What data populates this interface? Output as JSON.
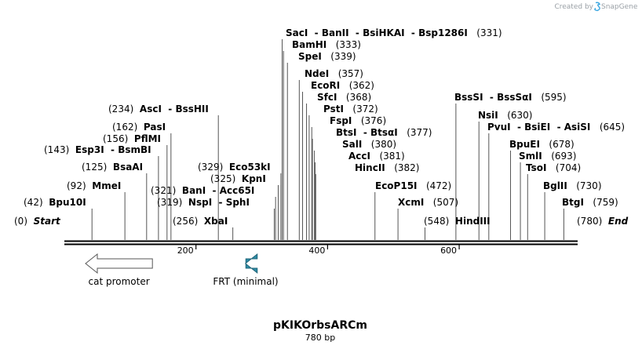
{
  "credit": {
    "prefix": "Created by",
    "product": "SnapGene"
  },
  "plasmid": {
    "name": "pKIKOrbsARCm",
    "length_label": "780 bp",
    "length": 780
  },
  "ruler": {
    "ticks": [
      {
        "value": 200,
        "label": "200"
      },
      {
        "value": 400,
        "label": "400"
      },
      {
        "value": 600,
        "label": "600"
      }
    ]
  },
  "sites": [
    {
      "pos": 0,
      "pos_label": "(0)",
      "names": [
        "Start"
      ],
      "terminal": true
    },
    {
      "pos": 42,
      "pos_label": "(42)",
      "names": [
        "Bpu10I"
      ]
    },
    {
      "pos": 92,
      "pos_label": "(92)",
      "names": [
        "MmeI"
      ]
    },
    {
      "pos": 125,
      "pos_label": "(125)",
      "names": [
        "BsaAI"
      ]
    },
    {
      "pos": 143,
      "pos_label": "(143)",
      "names": [
        "Esp3I",
        "BsmBI"
      ]
    },
    {
      "pos": 156,
      "pos_label": "(156)",
      "names": [
        "PflMI"
      ]
    },
    {
      "pos": 162,
      "pos_label": "(162)",
      "names": [
        "PasI"
      ]
    },
    {
      "pos": 234,
      "pos_label": "(234)",
      "names": [
        "AscI",
        "BssHII"
      ]
    },
    {
      "pos": 256,
      "pos_label": "(256)",
      "names": [
        "XbaI"
      ]
    },
    {
      "pos": 319,
      "pos_label": "(319)",
      "names": [
        "NspI",
        "SphI"
      ]
    },
    {
      "pos": 321,
      "pos_label": "(321)",
      "names": [
        "BanI",
        "Acc65I"
      ]
    },
    {
      "pos": 325,
      "pos_label": "(325)",
      "names": [
        "KpnI"
      ]
    },
    {
      "pos": 329,
      "pos_label": "(329)",
      "names": [
        "Eco53kI"
      ]
    },
    {
      "pos": 331,
      "pos_label": "(331)",
      "names": [
        "SacI",
        "BanII",
        "BsiHKAI",
        "Bsp1286I"
      ]
    },
    {
      "pos": 333,
      "pos_label": "(333)",
      "names": [
        "BamHI"
      ]
    },
    {
      "pos": 339,
      "pos_label": "(339)",
      "names": [
        "SpeI"
      ]
    },
    {
      "pos": 357,
      "pos_label": "(357)",
      "names": [
        "NdeI"
      ]
    },
    {
      "pos": 362,
      "pos_label": "(362)",
      "names": [
        "EcoRI"
      ]
    },
    {
      "pos": 368,
      "pos_label": "(368)",
      "names": [
        "SfcI"
      ]
    },
    {
      "pos": 372,
      "pos_label": "(372)",
      "names": [
        "PstI"
      ]
    },
    {
      "pos": 376,
      "pos_label": "(376)",
      "names": [
        "FspI"
      ]
    },
    {
      "pos": 377,
      "pos_label": "(377)",
      "names": [
        "BtsI",
        "BtsαI"
      ]
    },
    {
      "pos": 380,
      "pos_label": "(380)",
      "names": [
        "SalI"
      ]
    },
    {
      "pos": 381,
      "pos_label": "(381)",
      "names": [
        "AccI"
      ]
    },
    {
      "pos": 382,
      "pos_label": "(382)",
      "names": [
        "HincII"
      ]
    },
    {
      "pos": 472,
      "pos_label": "(472)",
      "names": [
        "EcoP15I"
      ]
    },
    {
      "pos": 507,
      "pos_label": "(507)",
      "names": [
        "XcmI"
      ]
    },
    {
      "pos": 548,
      "pos_label": "(548)",
      "names": [
        "HindIII"
      ]
    },
    {
      "pos": 595,
      "pos_label": "(595)",
      "names": [
        "BssSI",
        "BssSαI"
      ]
    },
    {
      "pos": 630,
      "pos_label": "(630)",
      "names": [
        "NsiI"
      ]
    },
    {
      "pos": 645,
      "pos_label": "(645)",
      "names": [
        "PvuI",
        "BsiEI",
        "AsiSI"
      ]
    },
    {
      "pos": 678,
      "pos_label": "(678)",
      "names": [
        "BpuEI"
      ]
    },
    {
      "pos": 693,
      "pos_label": "(693)",
      "names": [
        "SmlI"
      ]
    },
    {
      "pos": 704,
      "pos_label": "(704)",
      "names": [
        "TsoI"
      ]
    },
    {
      "pos": 730,
      "pos_label": "(730)",
      "names": [
        "BglII"
      ]
    },
    {
      "pos": 759,
      "pos_label": "(759)",
      "names": [
        "BtgI"
      ]
    },
    {
      "pos": 780,
      "pos_label": "(780)",
      "names": [
        "End"
      ],
      "terminal": true
    }
  ],
  "features": [
    {
      "label": "cat promoter",
      "direction": "left",
      "fill": "#ffffff",
      "stroke": "#555555",
      "start": 0,
      "end": 135
    },
    {
      "label": "FRT (minimal)",
      "direction": "left",
      "fill": "#2f8ca6",
      "stroke": "#1f6478",
      "start": 243,
      "end": 277
    }
  ]
}
